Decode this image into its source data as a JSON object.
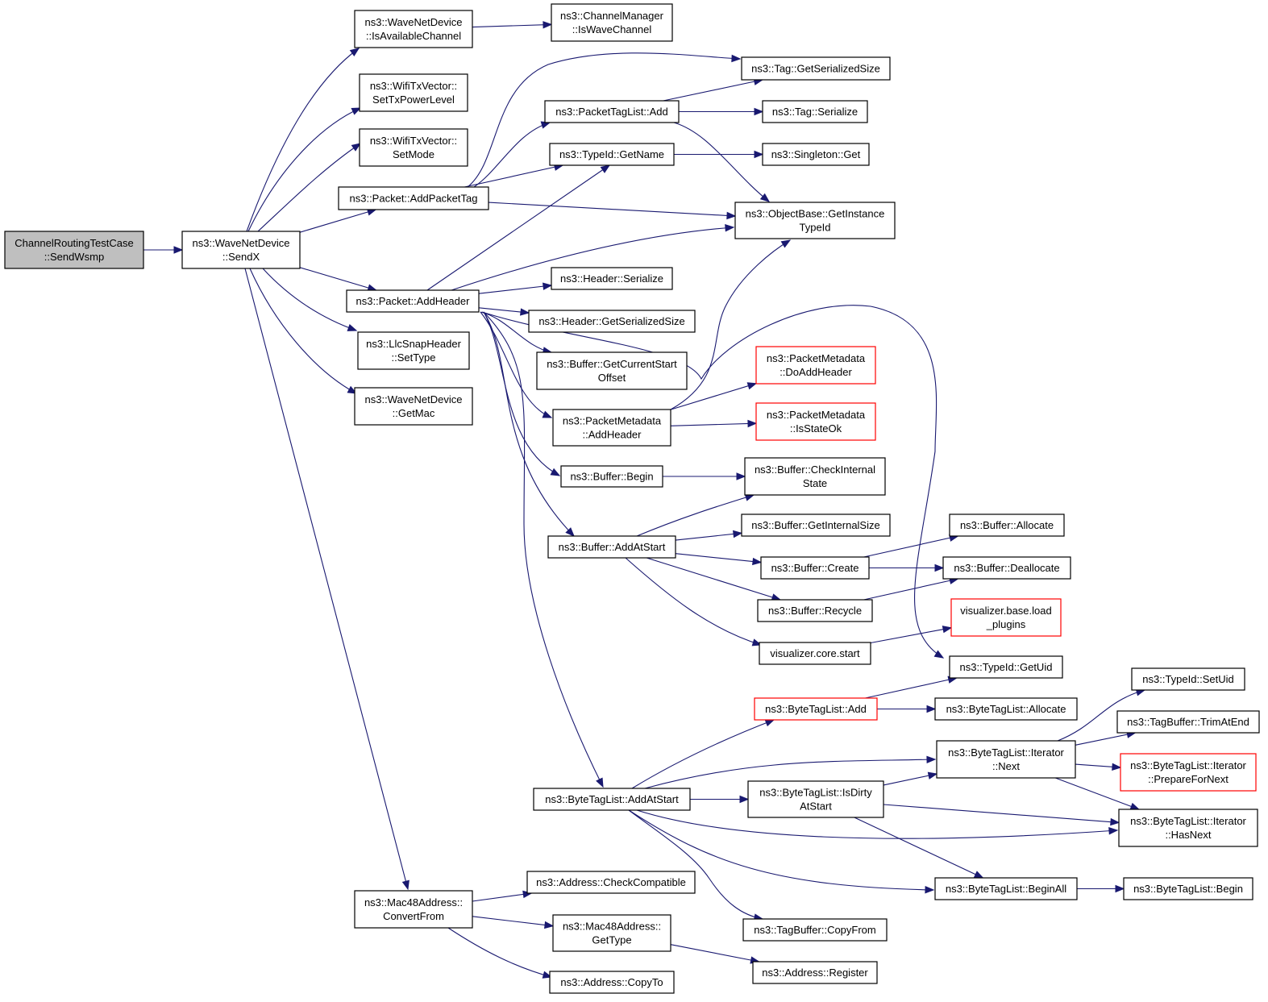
{
  "colors": {
    "edge": "#191970",
    "root_fill": "#bfbfbf",
    "node_fill": "#ffffff",
    "node_border": "#000000",
    "truncated_border": "#ff0000"
  },
  "nodes": {
    "root": {
      "lines": [
        "ChannelRoutingTestCase",
        "::SendWsmp"
      ]
    },
    "sendx": {
      "lines": [
        "ns3::WaveNetDevice",
        "::SendX"
      ]
    },
    "isavail": {
      "lines": [
        "ns3::WaveNetDevice",
        "::IsAvailableChannel"
      ]
    },
    "iswave": {
      "lines": [
        "ns3::ChannelManager",
        "::IsWaveChannel"
      ]
    },
    "settxpow": {
      "lines": [
        "ns3::WifiTxVector::",
        "SetTxPowerLevel"
      ]
    },
    "setmode": {
      "lines": [
        "ns3::WifiTxVector::",
        "SetMode"
      ]
    },
    "addpackettag": {
      "lines": [
        "ns3::Packet::AddPacketTag"
      ]
    },
    "packetaddheader": {
      "lines": [
        "ns3::Packet::AddHeader"
      ]
    },
    "llcsettype": {
      "lines": [
        "ns3::LlcSnapHeader",
        "::SetType"
      ]
    },
    "getmac": {
      "lines": [
        "ns3::WaveNetDevice",
        "::GetMac"
      ]
    },
    "mac48convert": {
      "lines": [
        "ns3::Mac48Address::",
        "ConvertFrom"
      ]
    },
    "tagserialsize": {
      "lines": [
        "ns3::Tag::GetSerializedSize"
      ]
    },
    "ptladd": {
      "lines": [
        "ns3::PacketTagList::Add"
      ]
    },
    "tagserialize": {
      "lines": [
        "ns3::Tag::Serialize"
      ]
    },
    "typeidgetname": {
      "lines": [
        "ns3::TypeId::GetName"
      ]
    },
    "singletonget": {
      "lines": [
        "ns3::Singleton::Get"
      ]
    },
    "getinstancetypeid": {
      "lines": [
        "ns3::ObjectBase::GetInstance",
        "TypeId"
      ]
    },
    "headerserialize": {
      "lines": [
        "ns3::Header::Serialize"
      ]
    },
    "headerserialsize": {
      "lines": [
        "ns3::Header::GetSerializedSize"
      ]
    },
    "bufcurstart": {
      "lines": [
        "ns3::Buffer::GetCurrentStart",
        "Offset"
      ]
    },
    "pmaddheader": {
      "lines": [
        "ns3::PacketMetadata",
        "::AddHeader"
      ]
    },
    "pmdoaddheader": {
      "lines": [
        "ns3::PacketMetadata",
        "::DoAddHeader"
      ]
    },
    "pmisstateok": {
      "lines": [
        "ns3::PacketMetadata",
        "::IsStateOk"
      ]
    },
    "bufbegin": {
      "lines": [
        "ns3::Buffer::Begin"
      ]
    },
    "bufcheckstate": {
      "lines": [
        "ns3::Buffer::CheckInternal",
        "State"
      ]
    },
    "bufaddatstart": {
      "lines": [
        "ns3::Buffer::AddAtStart"
      ]
    },
    "bufgetinternalsize": {
      "lines": [
        "ns3::Buffer::GetInternalSize"
      ]
    },
    "bufallocate": {
      "lines": [
        "ns3::Buffer::Allocate"
      ]
    },
    "bufcreate": {
      "lines": [
        "ns3::Buffer::Create"
      ]
    },
    "bufdeallocate": {
      "lines": [
        "ns3::Buffer::Deallocate"
      ]
    },
    "bufrecycle": {
      "lines": [
        "ns3::Buffer::Recycle"
      ]
    },
    "vizloadplugins": {
      "lines": [
        "visualizer.base.load",
        "_plugins"
      ]
    },
    "vizcorestart": {
      "lines": [
        "visualizer.core.start"
      ]
    },
    "typeidgetuid": {
      "lines": [
        "ns3::TypeId::GetUid"
      ]
    },
    "btladd": {
      "lines": [
        "ns3::ByteTagList::Add"
      ]
    },
    "btlallocate": {
      "lines": [
        "ns3::ByteTagList::Allocate"
      ]
    },
    "typeidsetuid": {
      "lines": [
        "ns3::TypeId::SetUid"
      ]
    },
    "tagbuftrim": {
      "lines": [
        "ns3::TagBuffer::TrimAtEnd"
      ]
    },
    "btliternext": {
      "lines": [
        "ns3::ByteTagList::Iterator",
        "::Next"
      ]
    },
    "btliterprep": {
      "lines": [
        "ns3::ByteTagList::Iterator",
        "::PrepareForNext"
      ]
    },
    "btladdatstart": {
      "lines": [
        "ns3::ByteTagList::AddAtStart"
      ]
    },
    "btlisdirty": {
      "lines": [
        "ns3::ByteTagList::IsDirty",
        "AtStart"
      ]
    },
    "btliterhasnext": {
      "lines": [
        "ns3::ByteTagList::Iterator",
        "::HasNext"
      ]
    },
    "addrcheckcompat": {
      "lines": [
        "ns3::Address::CheckCompatible"
      ]
    },
    "btlbeginall": {
      "lines": [
        "ns3::ByteTagList::BeginAll"
      ]
    },
    "btlbegin": {
      "lines": [
        "ns3::ByteTagList::Begin"
      ]
    },
    "mac48gettype": {
      "lines": [
        "ns3::Mac48Address::",
        "GetType"
      ]
    },
    "tagbufcopyfrom": {
      "lines": [
        "ns3::TagBuffer::CopyFrom"
      ]
    },
    "addrregister": {
      "lines": [
        "ns3::Address::Register"
      ]
    },
    "addrcopyto": {
      "lines": [
        "ns3::Address::CopyTo"
      ]
    }
  }
}
